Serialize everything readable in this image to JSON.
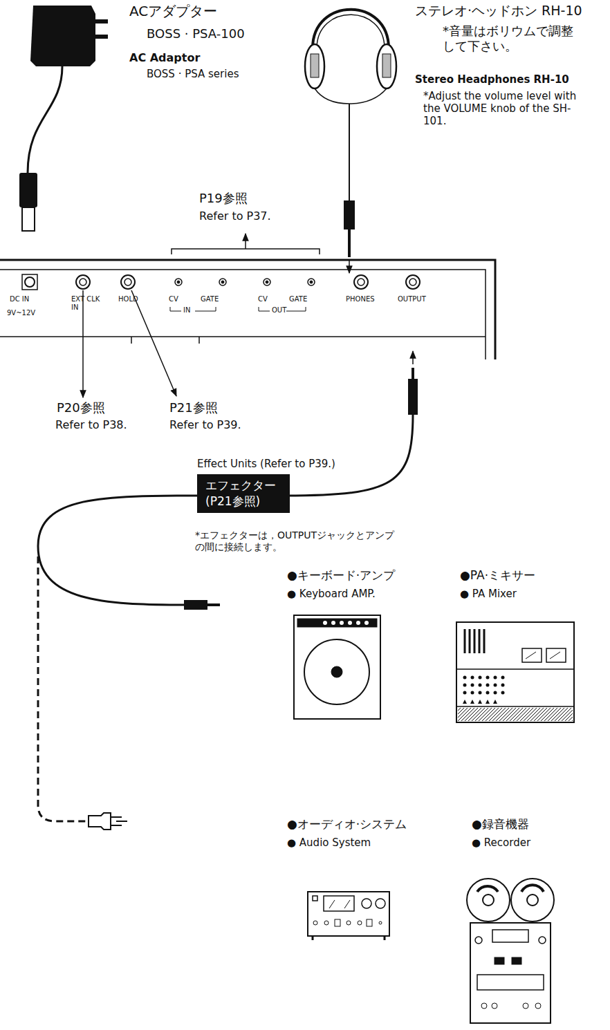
{
  "diagram": {
    "nodes": [
      {
        "text": [
          "Effect Units (Refer to P39.)",
          "エフェクター (P21参照)"
        ]
      }
    ],
    "labels": [
      "ACアダプター",
      "BOSS · PSA-100",
      "AC Adaptor",
      "BOSS · PSA series",
      "ステレオ·ヘッドホン RH-10",
      "*音量はボリウムで調整して下さい。",
      "Stereo Headphones RH-10",
      "*Adjust the volume level with the VOLUME knob of the SH-101.",
      "P19参照",
      "Refer to P37.",
      "DC IN",
      "9V~12V",
      "EXT CLK IN",
      "HOLD",
      "CV",
      "GATE",
      "IN",
      "CV",
      "GATE",
      "OUT",
      "PHONES",
      "OUTPUT",
      "P20参照",
      "Refer to P38.",
      "P21参照",
      "Refer to P39.",
      "*エフェクターは，OUTPUTジャックとアンプの間に接続します。",
      "●キーボード·アンプ",
      "● Keyboard AMP.",
      "●PA·ミキサー",
      "● PA Mixer",
      "●オーディオ·システム",
      "● Audio System",
      "●録音機器",
      "● Recorder"
    ]
  }
}
